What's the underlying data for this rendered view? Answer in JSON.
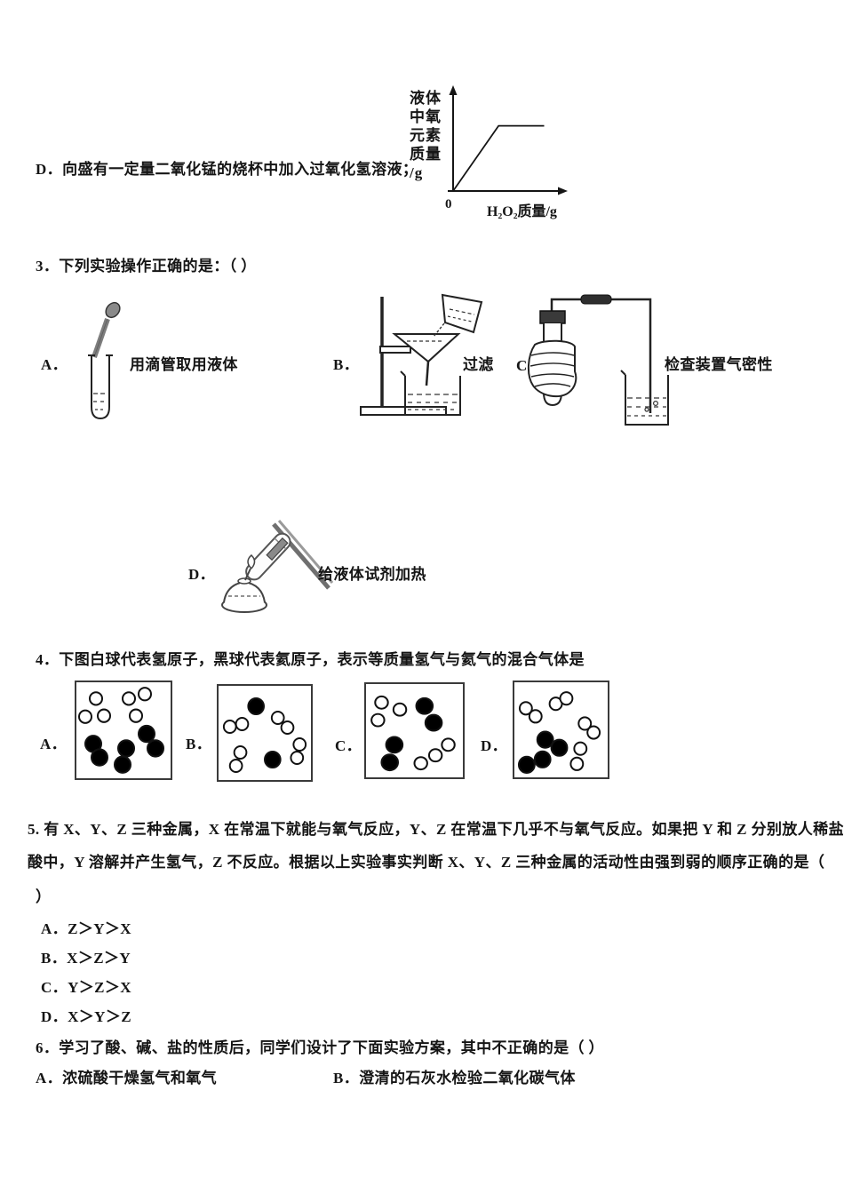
{
  "colors": {
    "ink": "#151515",
    "diagram_gray": "#8a8a8a",
    "dark_fill": "#3a3a3a"
  },
  "chart": {
    "ylabel_lines": [
      "液体",
      "中氧",
      "元素",
      "质量",
      "/g"
    ],
    "origin_label": "0",
    "xlabel": "H₂O₂质量/g"
  },
  "chart_data": {
    "type": "line",
    "title": "",
    "xlabel": "H₂O₂质量/g",
    "ylabel": "液体中氧元素质量/g",
    "x": [
      0,
      0.42,
      0.84
    ],
    "y": [
      0,
      0.68,
      0.68
    ],
    "xlim": [
      0,
      1
    ],
    "ylim": [
      0,
      1
    ],
    "grid": false,
    "legend": null,
    "note": "液体中氧元素质量随加入H₂O₂质量先线性增大后保持不变；坐标轴无数值刻度，原点标0"
  },
  "question2d": {
    "text": "D．向盛有一定量二氧化锰的烧杯中加入过氧化氢溶液；"
  },
  "question3": {
    "stem": "3．下列实验操作正确的是：（ ）",
    "options": [
      {
        "label": "A．",
        "caption": "用滴管取用液体"
      },
      {
        "label": "B．",
        "caption": "过滤"
      },
      {
        "label": "C．",
        "caption": "检查装置气密性"
      },
      {
        "label": "D．",
        "caption": "给液体试剂加热"
      }
    ]
  },
  "question4": {
    "stem": "4．下图白球代表氢原子，黑球代表氦原子，表示等质量氢气与氦气的混合气体是",
    "white_r": 7,
    "black_r": 9,
    "boxes": [
      {
        "label": "A．",
        "whites": [
          [
            22,
            18
          ],
          [
            59,
            18
          ],
          [
            77,
            13
          ],
          [
            10,
            38
          ],
          [
            31,
            37
          ],
          [
            67,
            37
          ]
        ],
        "blacks": [
          [
            19,
            68
          ],
          [
            26,
            83
          ],
          [
            56,
            73
          ],
          [
            52,
            91
          ],
          [
            79,
            57
          ],
          [
            89,
            73
          ]
        ]
      },
      {
        "label": "B．",
        "whites": [
          [
            13,
            46
          ],
          [
            27,
            43
          ],
          [
            68,
            36
          ],
          [
            79,
            47
          ],
          [
            25,
            75
          ],
          [
            20,
            90
          ],
          [
            93,
            66
          ],
          [
            90,
            81
          ]
        ],
        "blacks": [
          [
            43,
            23
          ],
          [
            62,
            83
          ]
        ]
      },
      {
        "label": "C．",
        "whites": [
          [
            17,
            21
          ],
          [
            37,
            29
          ],
          [
            13,
            41
          ],
          [
            90,
            69
          ],
          [
            76,
            81
          ],
          [
            60,
            90
          ]
        ],
        "blacks": [
          [
            64,
            25
          ],
          [
            74,
            44
          ],
          [
            31,
            69
          ],
          [
            26,
            89
          ]
        ]
      },
      {
        "label": "D．",
        "whites": [
          [
            13,
            29
          ],
          [
            24,
            38
          ],
          [
            47,
            24
          ],
          [
            59,
            18
          ],
          [
            80,
            46
          ],
          [
            90,
            56
          ],
          [
            75,
            74
          ],
          [
            71,
            91
          ]
        ],
        "blacks": [
          [
            35,
            64
          ],
          [
            51,
            73
          ],
          [
            14,
            92
          ],
          [
            32,
            86
          ]
        ]
      }
    ]
  },
  "question5": {
    "lines": [
      "5. 有 X、Y、Z 三种金属，X 在常温下就能与氧气反应，Y、Z 在常温下几乎不与氧气反应。如果把 Y 和 Z 分别放人稀盐",
      "酸中，Y 溶解并产生氢气，Z 不反应。根据以上实验事实判断 X、Y、Z 三种金属的活动性由强到弱的顺序正确的是（",
      "）"
    ],
    "options": [
      "A．Z＞Y＞X",
      "B．X＞Z＞Y",
      "C．Y＞Z＞X",
      "D．X＞Y＞Z"
    ]
  },
  "question6": {
    "stem": "6．学习了酸、碱、盐的性质后，同学们设计了下面实验方案，其中不正确的是（ ）",
    "options": [
      {
        "label": "A．浓硫酸干燥氢气和氧气"
      },
      {
        "label": "B．澄清的石灰水检验二氧化碳气体"
      }
    ]
  }
}
